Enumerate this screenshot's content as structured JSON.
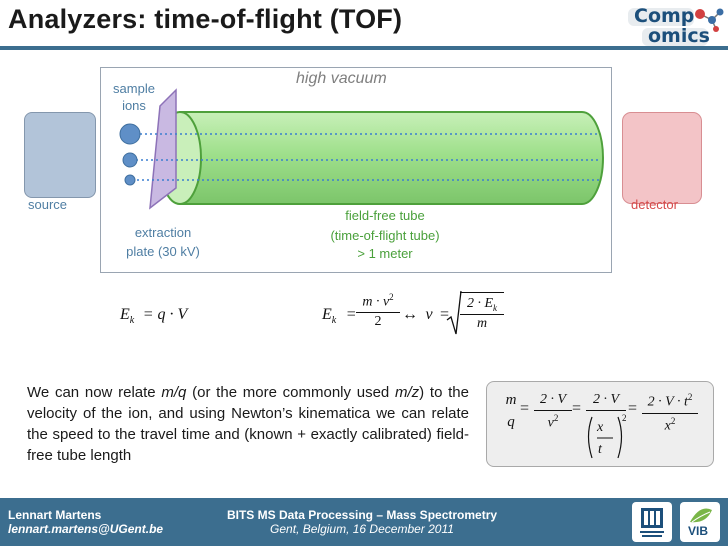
{
  "title": "Analyzers: time-of-flight (TOF)",
  "logo": {
    "line1": "Comp",
    "line2": "omics"
  },
  "diagram": {
    "vacuum_label": "high vacuum",
    "sample_label_1": "sample",
    "sample_label_2": "ions",
    "source_label": "source",
    "detector_label": "detector",
    "tube_label_1": "field-free tube",
    "tube_label_2": "(time-of-flight tube)",
    "tube_label_3": "> 1 meter",
    "extraction_label_1": "extraction",
    "extraction_label_2": "plate (30 kV)",
    "colors": {
      "tube": "#9fe08c",
      "tube_edge": "#4ea03b",
      "plate": "#b9a6d6",
      "ions": "#5f8fc7",
      "source": "#b2c4d9",
      "detector": "#f3c4c7"
    }
  },
  "equations": {
    "eq1": {
      "lhs": "E",
      "sub": "k",
      "rhs": "= q · V"
    },
    "eq2": {
      "lhs": "E",
      "sub": "k",
      "eq": "=",
      "num": "m · v",
      "sup": "2",
      "den": "2",
      "arrow": "↔",
      "v": "v",
      "eq2": "=",
      "rnum": "2 · E",
      "rsub": "k",
      "rden": "m"
    },
    "eq3": {
      "m": "m",
      "q": "q",
      "eq": "=",
      "n1": "2 · V",
      "d1": "v",
      "s1": "2",
      "n2": "2 · V",
      "fx": "x",
      "ft": "t",
      "s2": "2",
      "n3": "2 · V · t",
      "s3": "2",
      "d3": "x",
      "s4": "2"
    }
  },
  "paragraph": {
    "t1": "We can now relate ",
    "i1": "m/q",
    "t2": " (or the more commonly used ",
    "i2": "m/z",
    "t3": ") to the velocity of the ion, and using Newton’s kinematica we can relate the speed to the travel time and (known + exactly calibrated) field-free tube length"
  },
  "footer": {
    "name": "Lennart Martens",
    "email": "lennart.martens@UGent.be",
    "course": "BITS MS Data Processing – Mass Spectrometry",
    "place": "Gent, Belgium, 16 December 2011",
    "vib": "VIB"
  }
}
